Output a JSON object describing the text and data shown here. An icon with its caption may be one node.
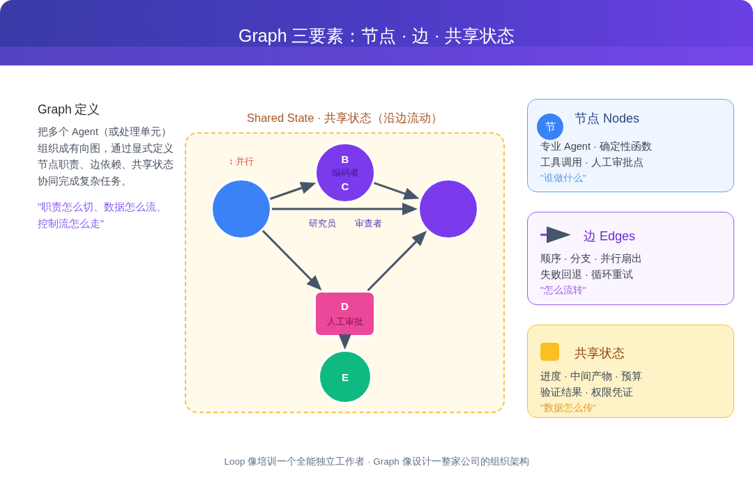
{
  "diagram": {
    "title": "Graph 三要素：节点 · 边 · 共享状态",
    "caption": "Loop 像培训一个全能独立工作者 · Graph 像设计一整家公司的组织架构",
    "nodes": [
      {
        "text": [
          "Shared State · 共享状态（沿边流动）"
        ]
      },
      {
        "text": [],
        "shape": "circle",
        "in": 0
      },
      {
        "text": [
          "B",
          "编码者",
          "C"
        ],
        "in": 0
      },
      {
        "text": [],
        "shape": "circle",
        "in": 0
      },
      {
        "text": [
          "D",
          "人工审批"
        ],
        "in": 0
      },
      {
        "text": [
          "E"
        ],
        "in": 0
      },
      {
        "text": [
          "节点 Nodes",
          "专业 Agent · 确定性函数",
          "工具调用 · 人工审批点",
          "\"谁做什么\""
        ]
      },
      {
        "text": [
          "节"
        ],
        "in": 6
      },
      {
        "text": [
          "边 Edges",
          "顺序 · 分支 · 并行扇出",
          "失败回退 · 循环重试",
          "\"怎么流转\""
        ]
      },
      {
        "text": [
          "共享状态",
          "进度 · 中间产物 · 预算",
          "验证结果 · 权限凭证",
          "\"数据怎么传\""
        ]
      }
    ],
    "edges": [
      {
        "from": 1,
        "to": 2,
        "arrow": "to"
      },
      {
        "from": 2,
        "to": 3,
        "arrow": "to"
      },
      {
        "from": 1,
        "to": 3,
        "arrow": "to"
      },
      {
        "from": 1,
        "to": 4,
        "arrow": "to"
      },
      {
        "from": 4,
        "to": 3,
        "arrow": "to"
      },
      {
        "from": 4,
        "to": 5,
        "arrow": "to"
      }
    ],
    "labels": [
      "Graph 定义",
      "把多个 Agent（或处理单元）组织成有向图，通过显式定义节点职责、边依赖、共享状态协同完成复杂任务。",
      "\"职责怎么切、数据怎么流、控制流怎么走\"",
      "↕ 并行",
      "研究员",
      "审查者"
    ]
  }
}
